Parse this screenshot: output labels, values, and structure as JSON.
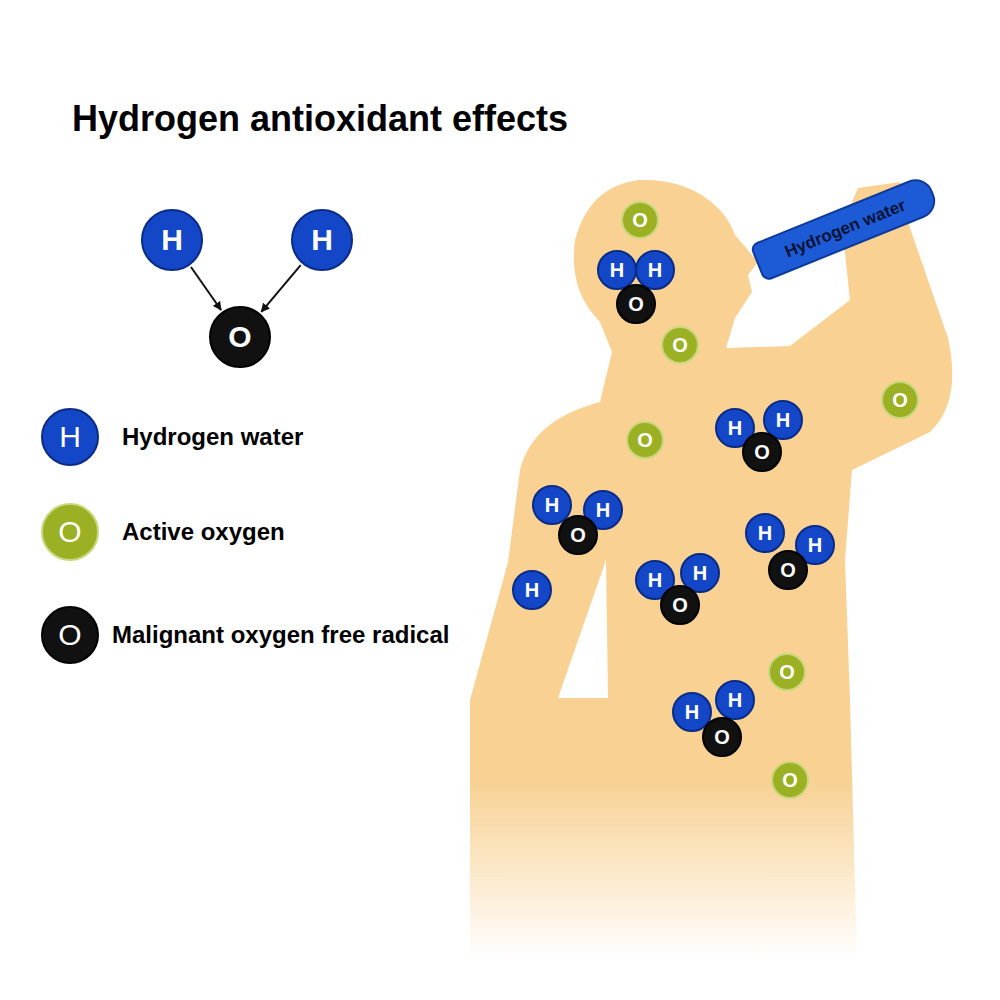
{
  "diagram": {
    "title": "Hydrogen antioxidant effects",
    "nodes": [
      {
        "text": [
          "H"
        ]
      },
      {
        "text": [
          "H"
        ]
      },
      {
        "text": [
          "O"
        ]
      },
      {
        "text": [
          "Hydrogen water"
        ]
      },
      {
        "text": [
          "O"
        ]
      },
      {
        "text": [
          "H"
        ]
      },
      {
        "text": [
          "H"
        ]
      },
      {
        "text": [
          "O"
        ]
      },
      {
        "text": [
          "O"
        ]
      },
      {
        "text": [
          "O"
        ]
      },
      {
        "text": [
          "H"
        ]
      },
      {
        "text": [
          "H"
        ]
      },
      {
        "text": [
          "O"
        ]
      },
      {
        "text": [
          "O"
        ]
      },
      {
        "text": [
          "H"
        ]
      },
      {
        "text": [
          "H"
        ]
      },
      {
        "text": [
          "O"
        ]
      },
      {
        "text": [
          "H"
        ]
      },
      {
        "text": [
          "H"
        ]
      },
      {
        "text": [
          "O"
        ]
      },
      {
        "text": [
          "H"
        ]
      },
      {
        "text": [
          "H"
        ]
      },
      {
        "text": [
          "O"
        ]
      },
      {
        "text": [
          "H"
        ]
      },
      {
        "text": [
          "O"
        ]
      },
      {
        "text": [
          "H"
        ]
      },
      {
        "text": [
          "H"
        ]
      },
      {
        "text": [
          "O"
        ]
      },
      {
        "text": [
          "O"
        ]
      }
    ],
    "edges": [
      {
        "from": 0,
        "to": 2,
        "arrow": "to"
      },
      {
        "from": 1,
        "to": 2,
        "arrow": "to"
      }
    ],
    "labels": [
      "H",
      "O",
      "O"
    ],
    "legend": [
      {
        "text": "Hydrogen water",
        "color": "#1446c8"
      },
      {
        "text": "Active oxygen",
        "color": "#9bb022"
      },
      {
        "text": "Malignant oxygen free radical",
        "color": "#111111"
      }
    ]
  }
}
